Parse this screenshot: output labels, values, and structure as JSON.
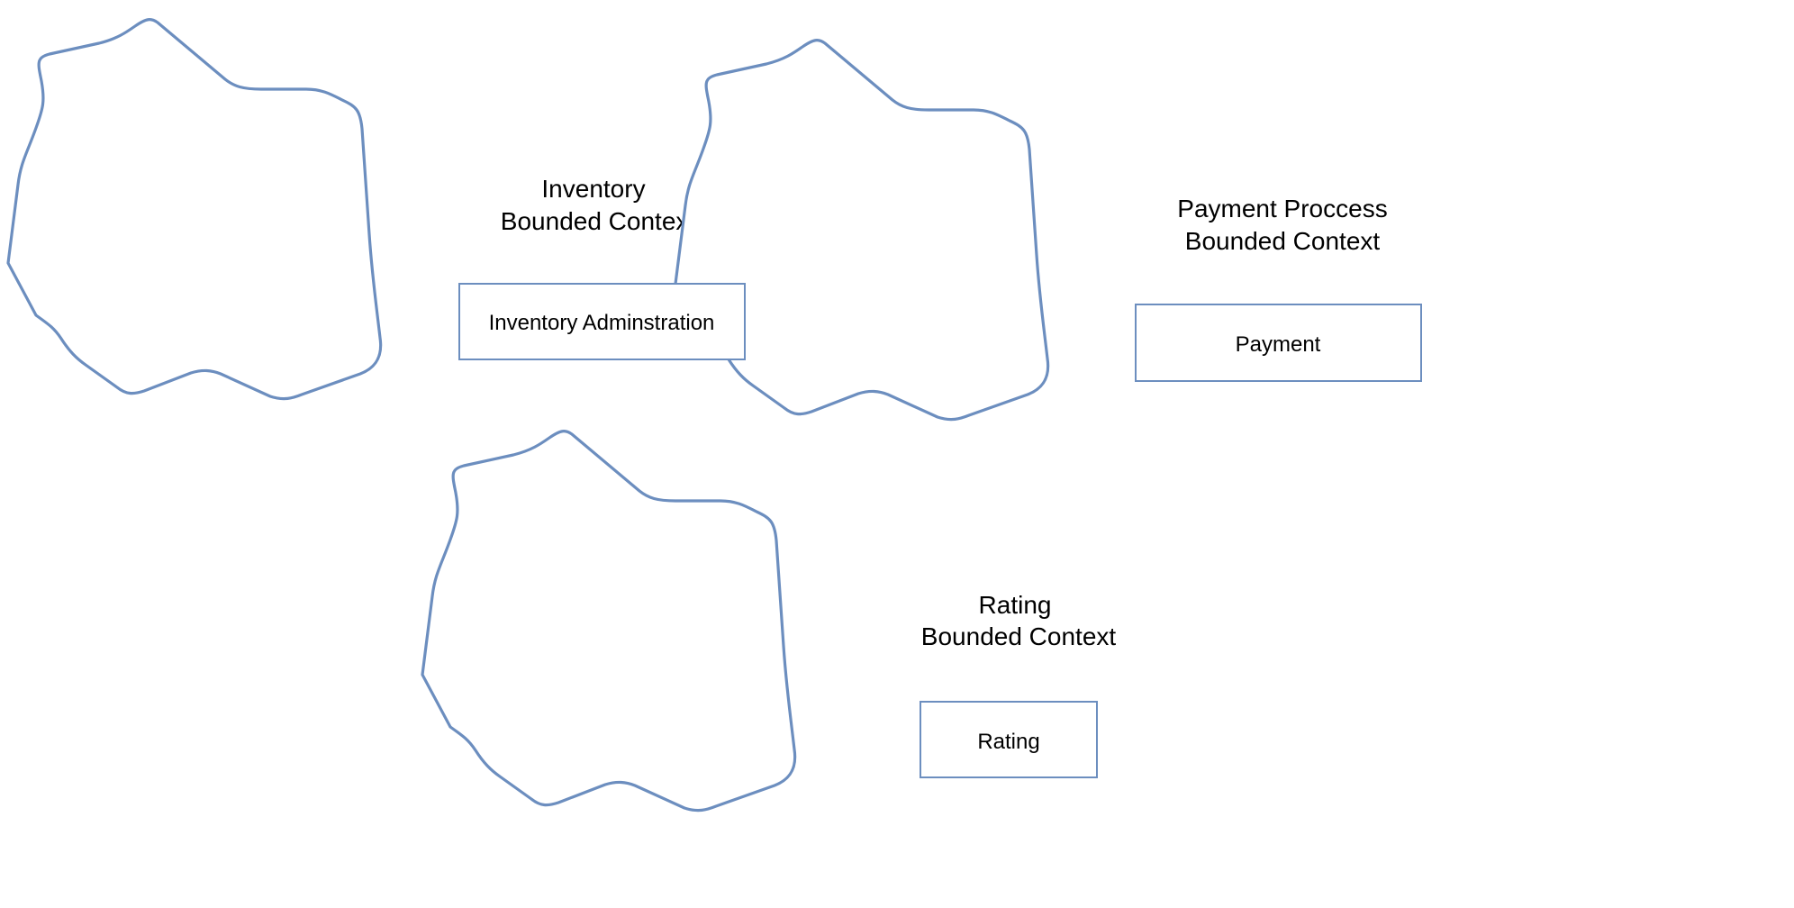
{
  "diagram": {
    "colors": {
      "outline": "#6c8ebf",
      "background": "#ffffff",
      "text": "#000000"
    },
    "contexts": [
      {
        "id": "inventory",
        "title_line1": "Inventory",
        "title_line2": "Bounded Context",
        "module": "Inventory Adminstration"
      },
      {
        "id": "payment",
        "title_line1": "Payment Proccess",
        "title_line2": "Bounded Context",
        "module": "Payment"
      },
      {
        "id": "rating",
        "title_line1": "Rating",
        "title_line2": "Bounded Context",
        "module": "Rating"
      }
    ]
  }
}
